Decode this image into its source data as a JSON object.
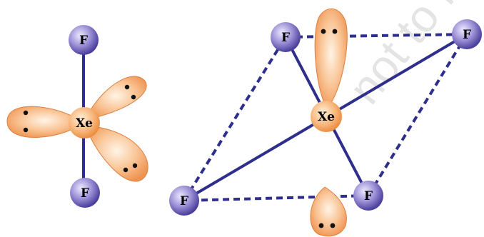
{
  "watermark": "not to be",
  "colors": {
    "bond": "#2e2e8c",
    "atom_f_light": "#d9d6f2",
    "atom_f_dark": "#4a3f9c",
    "xe_light": "#ffe2b8",
    "xe_dark": "#f0944a",
    "lobe_light": "#fff1df",
    "lobe_dark": "#f09a56",
    "lobe_edge": "#d9793c",
    "dot": "#111111",
    "watermark": "#c8c8c8"
  },
  "structure_left": {
    "atoms": [
      {
        "id": "F-top",
        "label": "F"
      },
      {
        "id": "Xe",
        "label": "Xe"
      },
      {
        "id": "F-bottom",
        "label": "F"
      }
    ],
    "lone_pairs": 3
  },
  "structure_right": {
    "atoms": [
      {
        "id": "F-top-left",
        "label": "F"
      },
      {
        "id": "F-top-right",
        "label": "F"
      },
      {
        "id": "Xe",
        "label": "Xe"
      },
      {
        "id": "F-bottom-left",
        "label": "F"
      },
      {
        "id": "F-bottom-right",
        "label": "F"
      }
    ],
    "lone_pairs": 2
  }
}
